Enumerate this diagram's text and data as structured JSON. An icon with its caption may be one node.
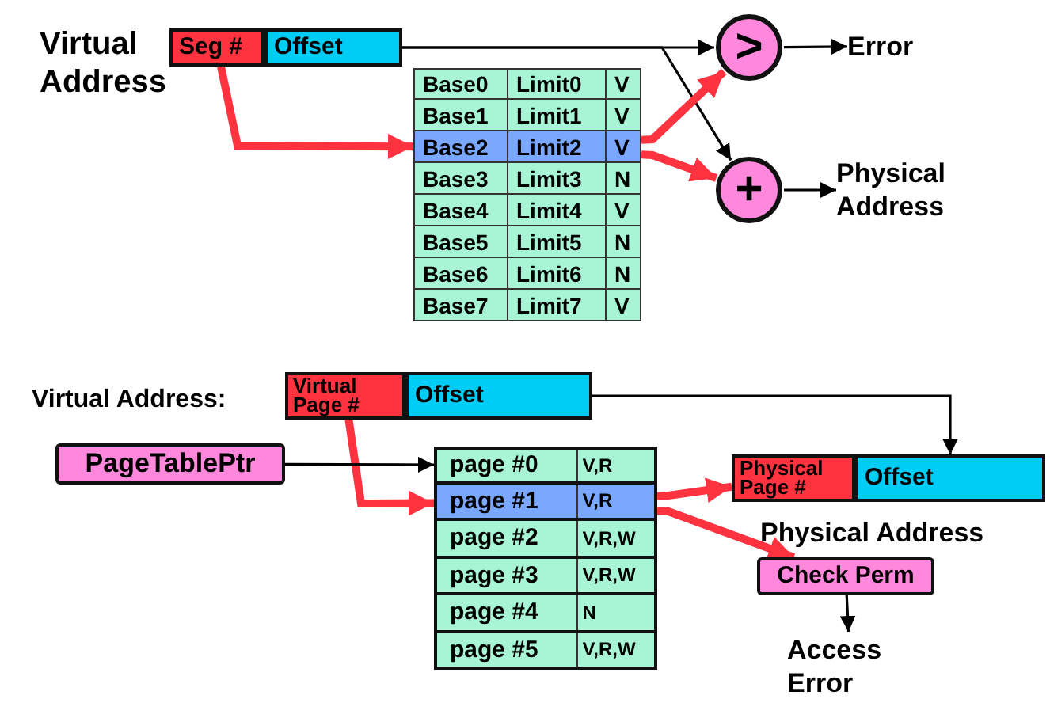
{
  "diagram": {
    "nodes": [
      {
        "text": [
          "Seg #"
        ]
      },
      {
        "text": [
          "Offset"
        ]
      },
      {
        "text": [
          "Base0",
          "Limit0",
          "V"
        ]
      },
      {
        "text": [
          "Base1",
          "Limit1",
          "V"
        ]
      },
      {
        "text": [
          "Base2",
          "Limit2",
          "V"
        ]
      },
      {
        "text": [
          "Base3",
          "Limit3",
          "N"
        ]
      },
      {
        "text": [
          "Base4",
          "Limit4",
          "V"
        ]
      },
      {
        "text": [
          "Base5",
          "Limit5",
          "N"
        ]
      },
      {
        "text": [
          "Base6",
          "Limit6",
          "N"
        ]
      },
      {
        "text": [
          "Base7",
          "Limit7",
          "V"
        ]
      },
      {
        "text": [
          ">"
        ]
      },
      {
        "text": [
          "+"
        ]
      },
      {
        "text": [
          "Error"
        ]
      },
      {
        "text": [
          "Physical Address"
        ]
      },
      {
        "text": [
          "Virtual Page #"
        ]
      },
      {
        "text": [
          "Offset"
        ]
      },
      {
        "text": [
          "PageTablePtr"
        ]
      },
      {
        "text": [
          "page #0",
          "V,R"
        ]
      },
      {
        "text": [
          "page #1",
          "V,R"
        ]
      },
      {
        "text": [
          "page #2",
          "V,R,W"
        ]
      },
      {
        "text": [
          "page #3",
          "V,R,W"
        ]
      },
      {
        "text": [
          "page #4",
          "N"
        ]
      },
      {
        "text": [
          "page #5",
          "V,R,W"
        ]
      },
      {
        "text": [
          "Physical Page #"
        ]
      },
      {
        "text": [
          "Offset"
        ]
      },
      {
        "text": [
          "Check Perm"
        ]
      },
      {
        "text": [
          "Access Error"
        ]
      }
    ],
    "edges": [
      {
        "from": 0,
        "to": 4,
        "arrow": "to",
        "style": "thick",
        "color": "#ff3340"
      },
      {
        "from": 1,
        "to": 10,
        "arrow": "to"
      },
      {
        "from": 1,
        "to": 11,
        "arrow": "to"
      },
      {
        "from": 4,
        "to": 10,
        "arrow": "to",
        "style": "thick",
        "color": "#ff3340"
      },
      {
        "from": 4,
        "to": 11,
        "arrow": "to",
        "style": "thick",
        "color": "#ff3340"
      },
      {
        "from": 10,
        "to": 12,
        "arrow": "to"
      },
      {
        "from": 11,
        "to": 13,
        "arrow": "to"
      },
      {
        "from": 14,
        "to": 18,
        "arrow": "to",
        "style": "thick",
        "color": "#ff3340"
      },
      {
        "from": 16,
        "to": 17,
        "arrow": "to"
      },
      {
        "from": 15,
        "to": 24,
        "arrow": "to"
      },
      {
        "from": 18,
        "to": 23,
        "arrow": "to",
        "style": "thick",
        "color": "#ff3340"
      },
      {
        "from": 18,
        "to": 25,
        "arrow": "to",
        "style": "thick",
        "color": "#ff3340"
      },
      {
        "from": 25,
        "to": 26,
        "arrow": "to"
      }
    ],
    "labels": [
      "Virtual Address",
      "Virtual Address:",
      "Physical Address"
    ]
  }
}
